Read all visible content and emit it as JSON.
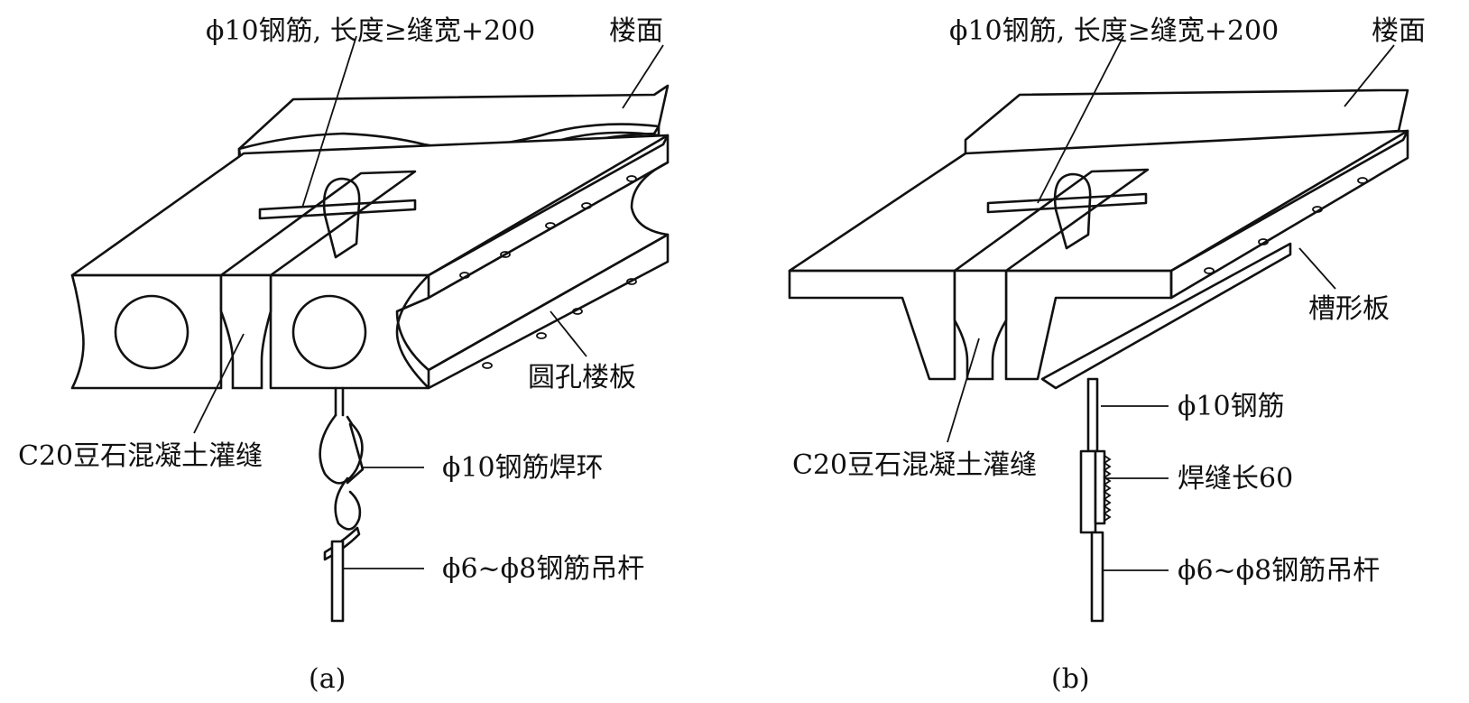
{
  "panel_a": {
    "caption": "(a)",
    "labels": {
      "rebar_top": "ϕ10钢筋, 长度≥缝宽+200",
      "floor_surface": "楼面",
      "hollow_slab": "圆孔楼板",
      "grout": "C20豆石混凝土灌缝",
      "weld_ring": "ϕ10钢筋焊环",
      "hanger": "ϕ6~ϕ8钢筋吊杆"
    }
  },
  "panel_b": {
    "caption": "(b)",
    "labels": {
      "rebar_top": "ϕ10钢筋, 长度≥缝宽+200",
      "floor_surface": "楼面",
      "channel_slab": "槽形板",
      "grout": "C20豆石混凝土灌缝",
      "rebar": "ϕ10钢筋",
      "weld": "焊缝长60",
      "hanger": "ϕ6~ϕ8钢筋吊杆"
    }
  }
}
